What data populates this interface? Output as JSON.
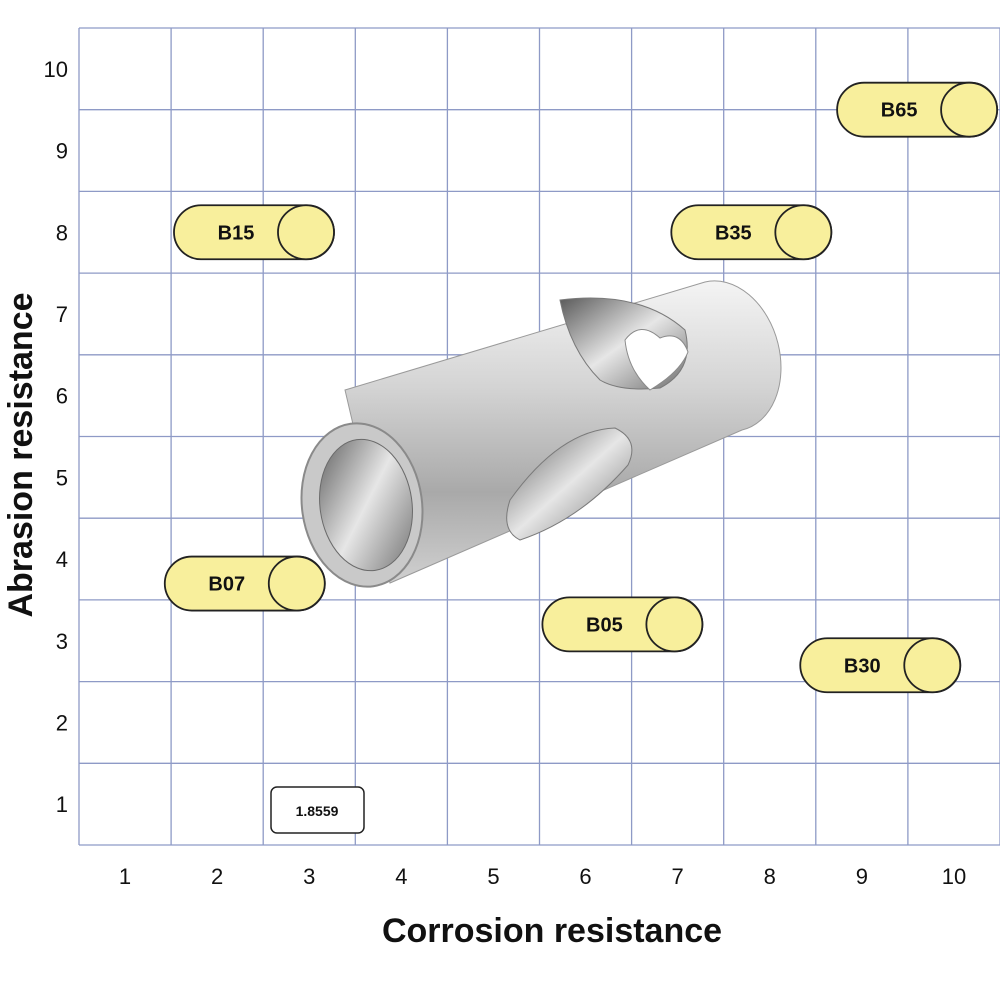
{
  "chart_data": {
    "type": "scatter",
    "xlabel": "Corrosion resistance",
    "ylabel": "Abrasion resistance",
    "xlim": [
      0.5,
      10.5
    ],
    "ylim": [
      0.5,
      10.5
    ],
    "x_ticks": [
      1,
      2,
      3,
      4,
      5,
      6,
      7,
      8,
      9,
      10
    ],
    "y_ticks": [
      1,
      2,
      3,
      4,
      5,
      6,
      7,
      8,
      9,
      10
    ],
    "grid": true,
    "points": [
      {
        "label": "B65",
        "x": 9.6,
        "y": 9.5
      },
      {
        "label": "B15",
        "x": 2.4,
        "y": 8.0
      },
      {
        "label": "B35",
        "x": 7.8,
        "y": 8.0
      },
      {
        "label": "B07",
        "x": 2.3,
        "y": 3.7
      },
      {
        "label": "B05",
        "x": 6.4,
        "y": 3.2
      },
      {
        "label": "B30",
        "x": 9.2,
        "y": 2.7
      }
    ],
    "annotation": "1.8559",
    "marker_color": "#f8ef9c",
    "marker_edge_color": "#222222",
    "grid_color": "#8e9ac6"
  }
}
